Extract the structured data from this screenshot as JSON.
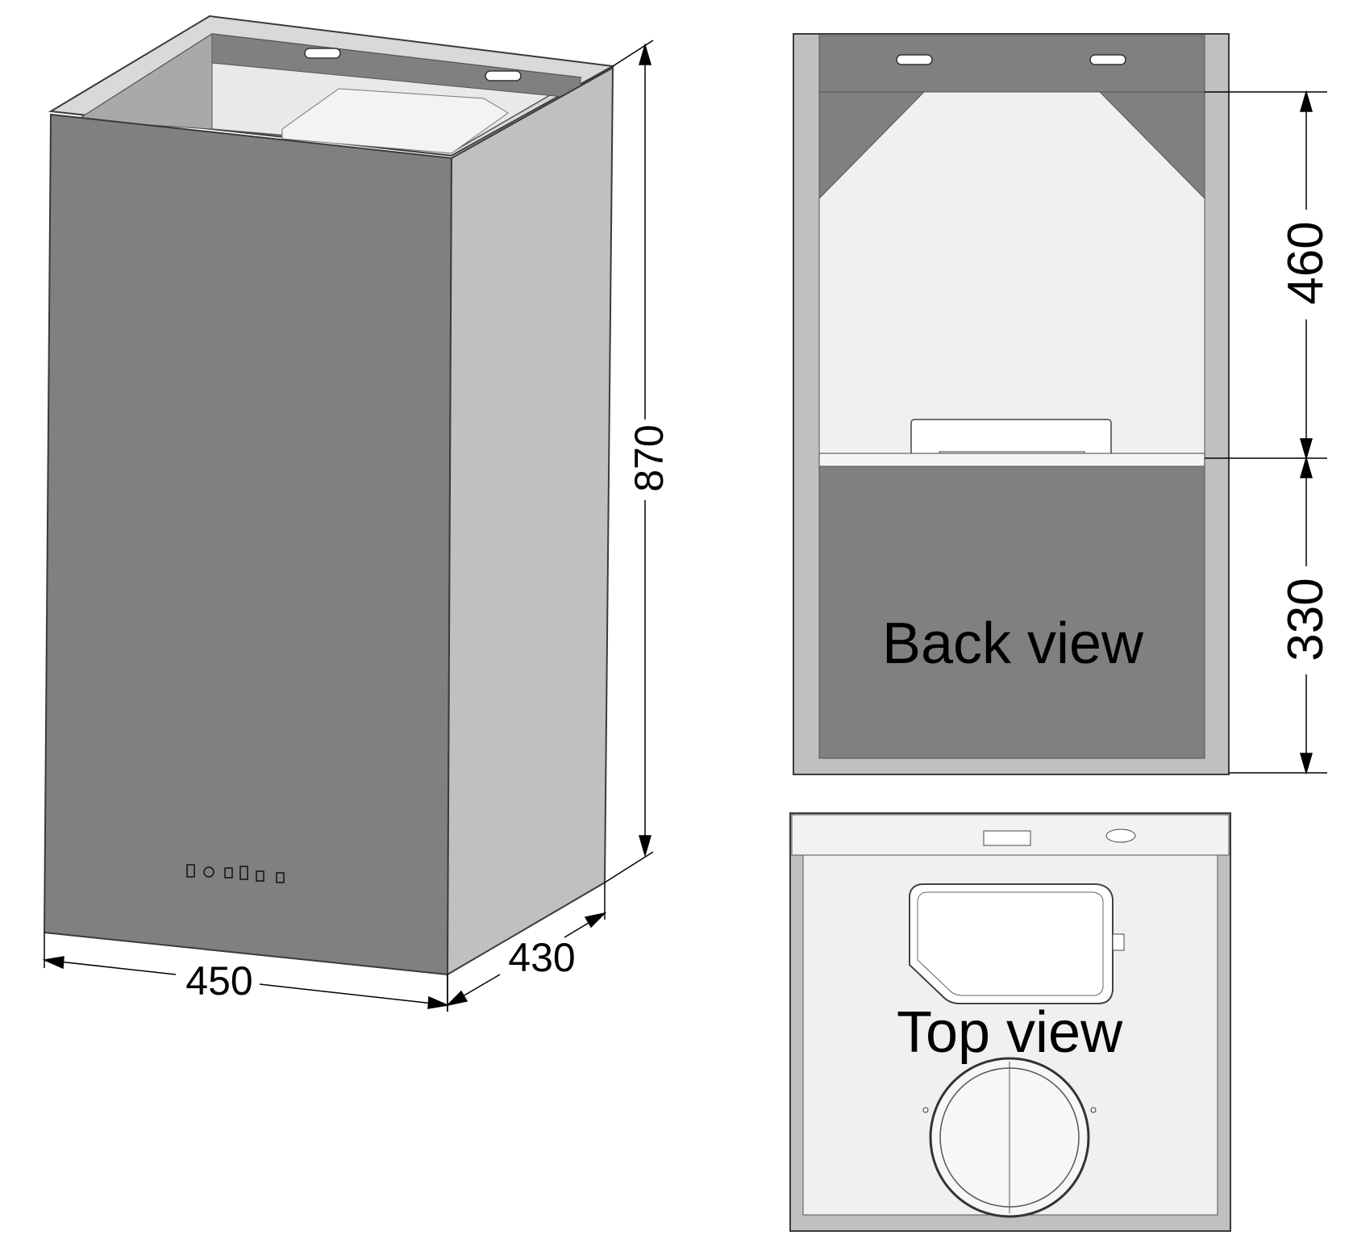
{
  "figure": {
    "title": "",
    "dimensions": {
      "width": "450",
      "depth": "430",
      "height": "870",
      "upper_section": "460",
      "lower_section": "330"
    },
    "views": {
      "back": "Back view",
      "top": "Top view"
    },
    "colors": {
      "panel_dark": "#808080",
      "panel_light": "#c0c0c0",
      "panel_inner": "#f0f0f0",
      "outline": "#3a3a3a",
      "background": "#ffffff"
    },
    "control_panel_icons": [
      "power-icon",
      "light-icon",
      "fan-speed-1-icon",
      "timer-icon",
      "fan-speed-2-icon",
      "fan-speed-3-icon"
    ]
  }
}
